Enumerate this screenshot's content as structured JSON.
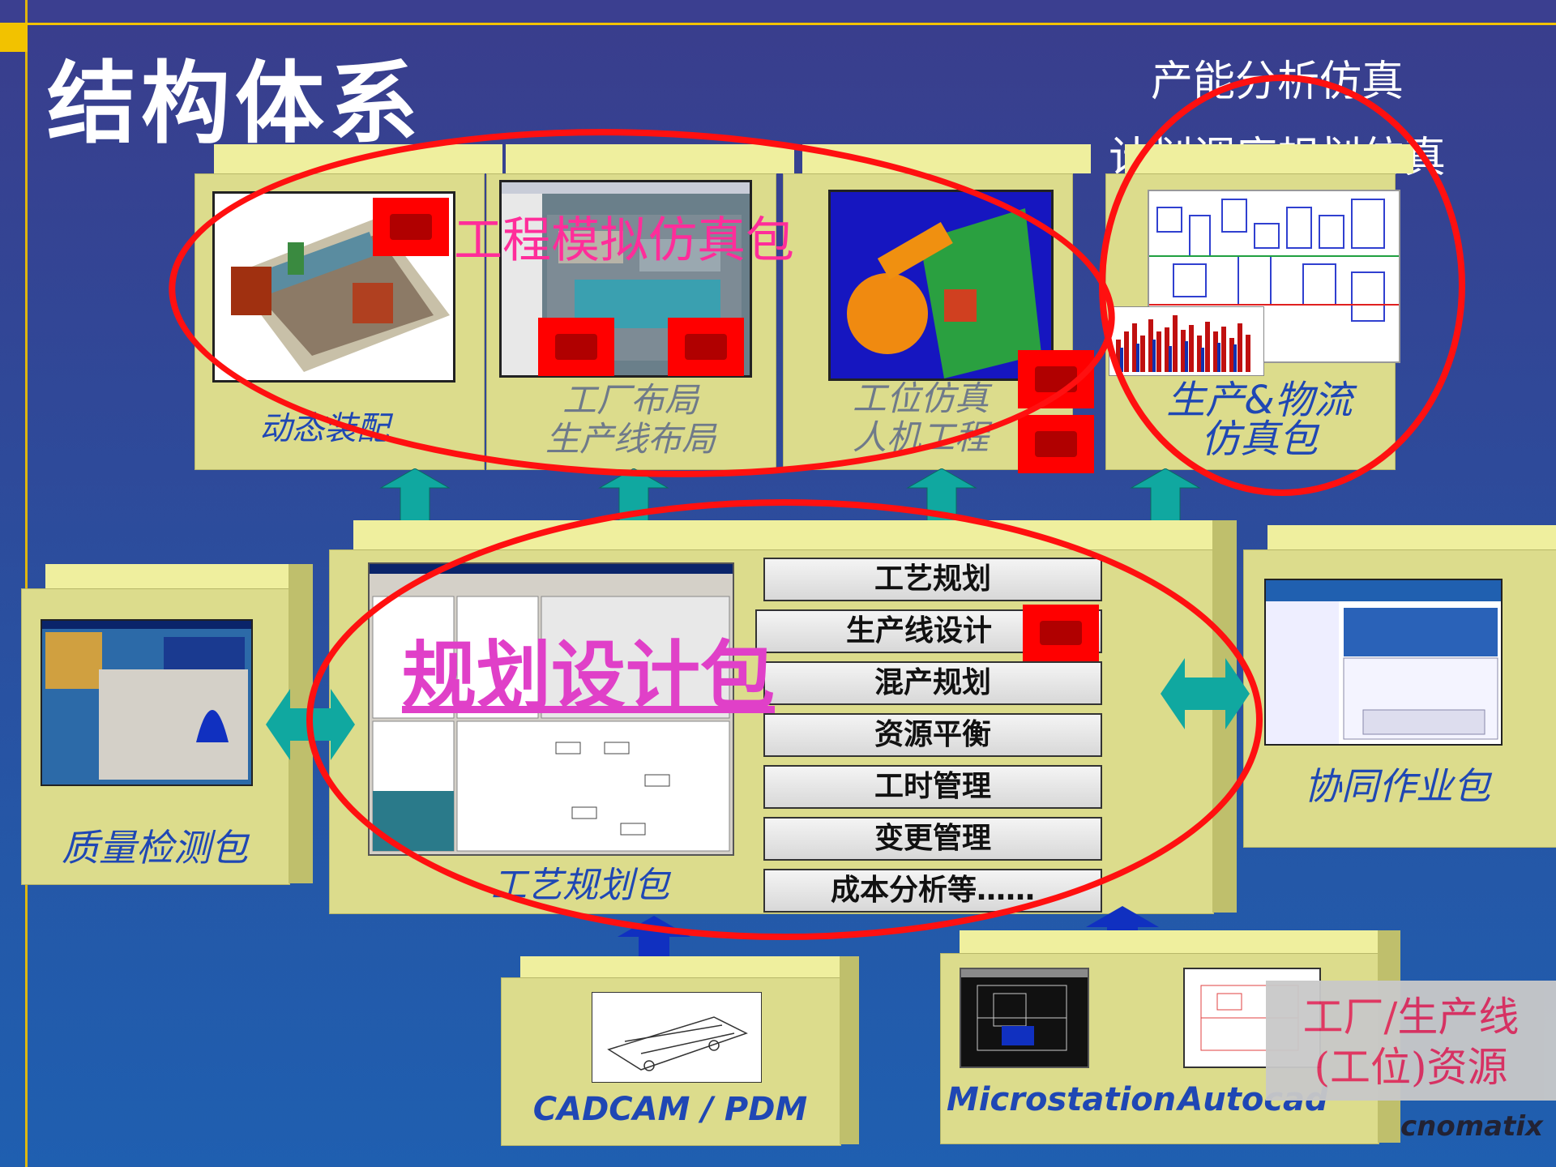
{
  "title": "结构体系",
  "top_right": {
    "line1": "产能分析仿真",
    "line2": "计划调度规划仿真"
  },
  "boxes": {
    "dynamic_assembly": "动态装配",
    "factory_layout_1": "工厂布局",
    "factory_layout_2": "生产线布局",
    "station_sim_1": "工位仿真",
    "station_sim_2": "人机工程",
    "logistics_1": "生产&物流",
    "logistics_2": "仿真包",
    "quality": "质量检测包",
    "collaboration": "协同作业包",
    "process_planning": "工艺规划包",
    "cadcam": "CADCAM / PDM",
    "microstation": "Microstation",
    "autocad": "Autocad"
  },
  "overlays": {
    "engineering_pkg": "工程模拟仿真包",
    "planning_pkg": "规划设计包",
    "resource_1": "工厂/生产线",
    "resource_2": "(工位)资源",
    "logo": "cnomatix"
  },
  "menu": [
    "工艺规划",
    "生产线设计",
    "混产规划",
    "资源平衡",
    "工时管理",
    "变更管理",
    "成本分析等……"
  ],
  "colors": {
    "box": "#dcdc8c",
    "ellipse": "#ff1010",
    "arrow_teal": "#10a8a0",
    "arrow_blue": "#1030c0",
    "label_blue": "#1f47b4"
  }
}
